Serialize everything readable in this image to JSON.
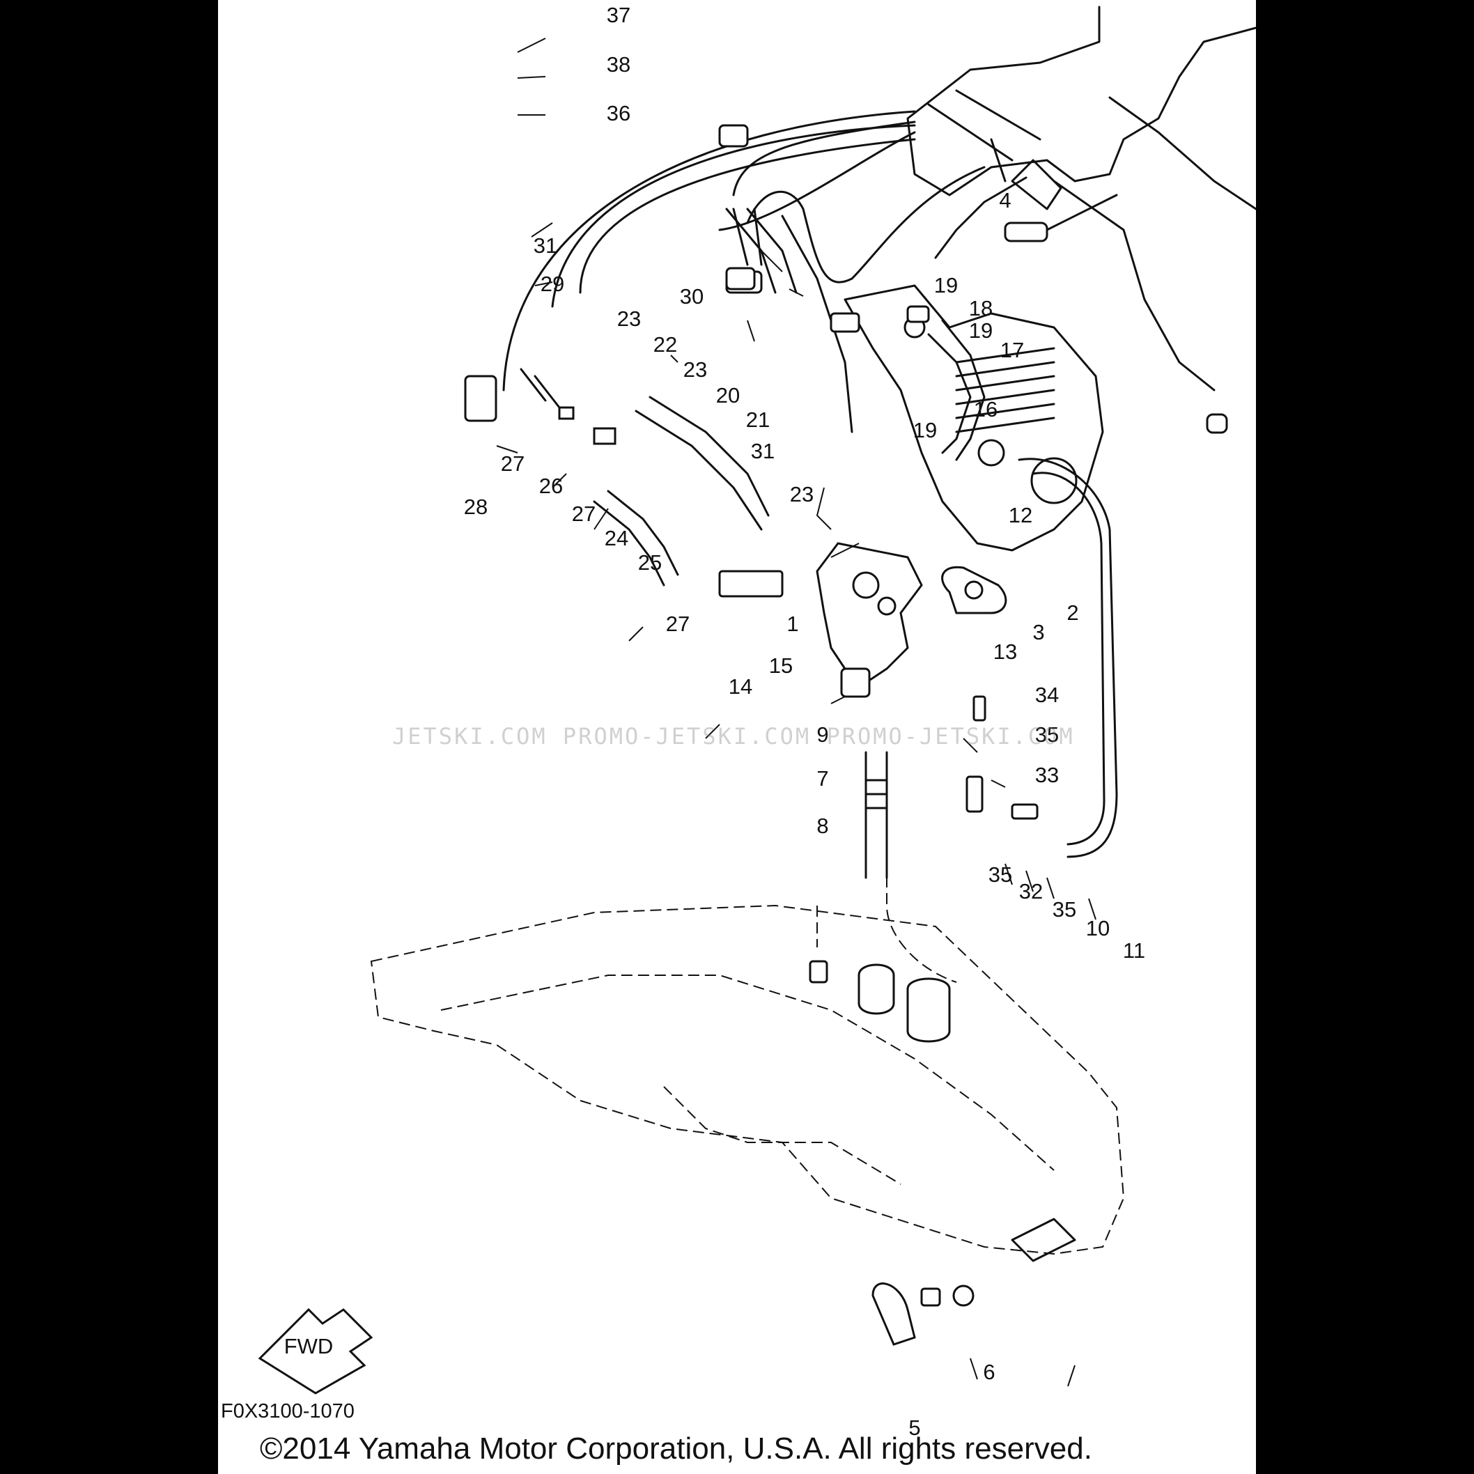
{
  "diagram": {
    "code": "F0X3100-1070",
    "copyright": "©2014 Yamaha Motor Corporation, U.S.A. All rights reserved.",
    "watermark": "JETSKI.COM   PROMO-JETSKI.COM   PROMO-JETSKI.COM",
    "direction_label": "FWD",
    "callouts": [
      "37",
      "38",
      "36",
      "4",
      "31",
      "29",
      "30",
      "19",
      "18",
      "19",
      "17",
      "23",
      "22",
      "23",
      "20",
      "21",
      "16",
      "19",
      "31",
      "28",
      "27",
      "26",
      "27",
      "24",
      "25",
      "23",
      "12",
      "2",
      "3",
      "13",
      "27",
      "1",
      "15",
      "14",
      "34",
      "9",
      "35",
      "33",
      "7",
      "8",
      "35",
      "32",
      "35",
      "10",
      "11",
      "6",
      "5"
    ]
  }
}
